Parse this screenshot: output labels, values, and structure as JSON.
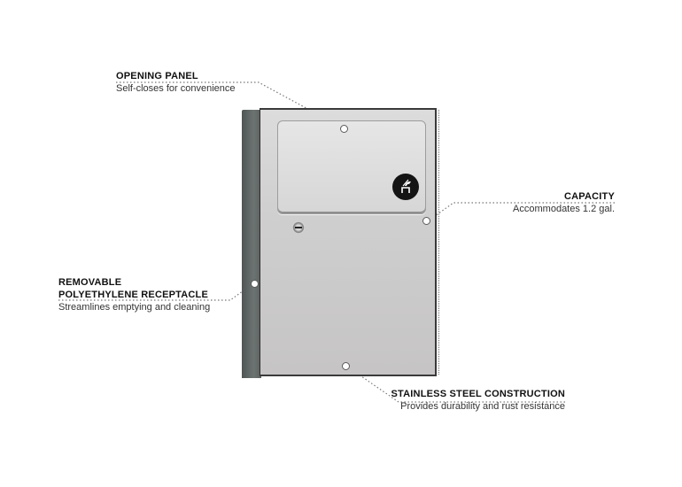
{
  "diagram": {
    "subject": "Stainless steel sanitary napkin disposal unit",
    "callouts": [
      {
        "id": "opening-panel",
        "title": "OPENING PANEL",
        "description": "Self-closes for convenience"
      },
      {
        "id": "capacity",
        "title": "CAPACITY",
        "description": "Accommodates 1.2 gal."
      },
      {
        "id": "receptacle",
        "title_line1": "REMOVABLE",
        "title_line2": "POLYETHYLENE RECEPTACLE",
        "description": "Streamlines emptying and cleaning"
      },
      {
        "id": "construction",
        "title": "STAINLESS STEEL CONSTRUCTION",
        "description": "Provides durability and rust resistance"
      }
    ],
    "icons": {
      "pictogram": "napkin-disposal-pictogram-icon",
      "lock": "key-lock-icon"
    },
    "colors": {
      "background": "#ffffff",
      "text": "#111111",
      "steel": "#d0d0d0",
      "side": "#5f6665",
      "leader": "#777777"
    }
  }
}
